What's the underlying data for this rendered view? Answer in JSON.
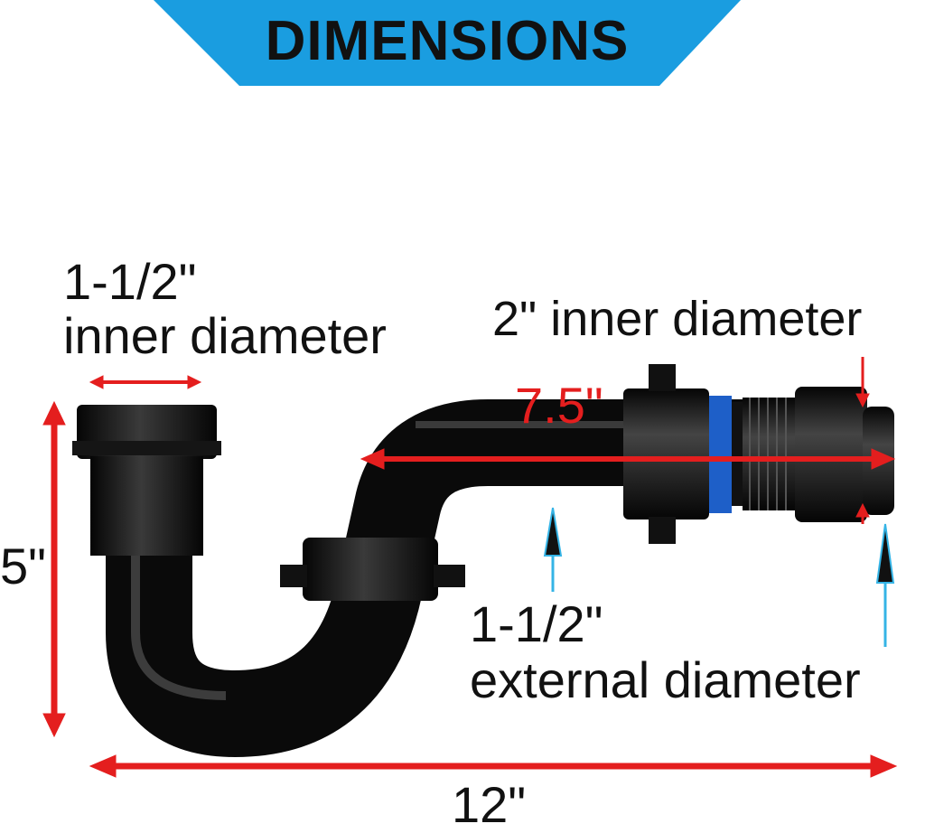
{
  "banner": {
    "title": "DIMENSIONS",
    "color": "#1a9de0"
  },
  "labels": {
    "inlet_size": "1-1/2\"",
    "inlet_desc": "inner diameter",
    "outlet_desc": "2\" inner diameter",
    "horizontal_length": "7.5\"",
    "height": "5\"",
    "external_size": "1-1/2\"",
    "external_desc": "external diameter",
    "total_length": "12\""
  },
  "colors": {
    "arrow_red": "#e41e1e",
    "arrow_cyan": "#35b4e6",
    "pipe": "#0d0d0d",
    "seal_blue": "#1e5fc8"
  }
}
